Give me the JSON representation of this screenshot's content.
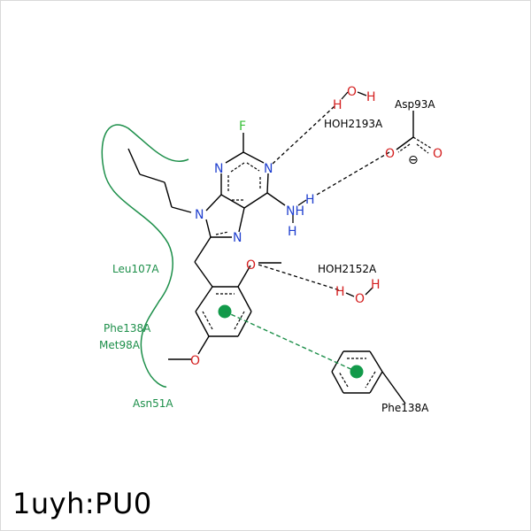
{
  "title": "1uyh:PU0",
  "colors": {
    "bond": "#000000",
    "nitrogen": "#1f3fcf",
    "oxygen": "#d42020",
    "fluorine": "#38c038",
    "hydrophobic": "#1d8f4a",
    "hbond": "#000000",
    "pi_stack": "#1d8f4a"
  },
  "residues": {
    "hydrophobic": [
      "Leu107A",
      "Phe138A",
      "Met98A",
      "Asn51A"
    ],
    "asp": "Asp93A",
    "water1": "HOH2193A",
    "water2": "HOH2152A",
    "phe_ring": "Phe138A"
  },
  "atoms": {
    "F": "F",
    "N": "N",
    "O": "O",
    "H": "H",
    "NH": "NH",
    "charge": "⊖"
  }
}
